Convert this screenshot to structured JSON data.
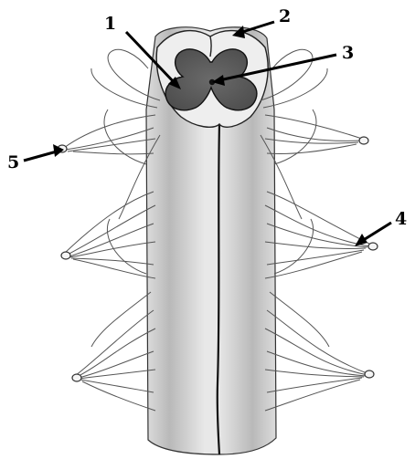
{
  "diagram": {
    "labels": [
      {
        "id": "1",
        "text": "1"
      },
      {
        "id": "2",
        "text": "2"
      },
      {
        "id": "3",
        "text": "3"
      },
      {
        "id": "4",
        "text": "4"
      },
      {
        "id": "5",
        "text": "5"
      }
    ],
    "colors": {
      "ink": "#111111",
      "grey_matter": "#5e5e5e",
      "cord_shade": "#b4b4b4",
      "background": "#ffffff"
    }
  }
}
